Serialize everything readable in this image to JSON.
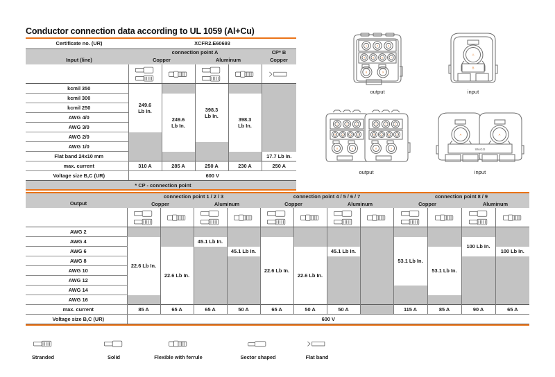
{
  "title": "Conductor connection data according to UL 1059 (Al+Cu)",
  "table1": {
    "cert_label": "Certificate no. (UR)",
    "cert_value": "XCFR2.E60693",
    "group_a": "connection point A",
    "group_b": "CP* B",
    "input_label": "Input (line)",
    "subheaders": [
      "Copper",
      "Aluminum",
      "Copper"
    ],
    "col_icons": [
      [
        "stranded-solid",
        "ferrule"
      ],
      [
        "stranded-solid",
        "ferrule"
      ],
      [
        "flat-band"
      ]
    ],
    "rows": [
      "kcmil 350",
      "kcmil 300",
      "kcmil 250",
      "AWG 4/0",
      "AWG 3/0",
      "AWG 2/0",
      "AWG 1/0",
      "Flat band 24x10 mm"
    ],
    "spans": [
      {
        "col": 0,
        "start": 0,
        "end": 4,
        "value": "249.6\nLb In."
      },
      {
        "col": 1,
        "start": 1,
        "end": 6,
        "value": "249.6\nLb In."
      },
      {
        "col": 2,
        "start": 0,
        "end": 5,
        "value": "398.3\nLb In."
      },
      {
        "col": 3,
        "start": 1,
        "end": 6,
        "value": "398.3\nLb In."
      },
      {
        "col": 4,
        "start": 7,
        "end": 7,
        "value": "17.7 Lb In."
      }
    ],
    "max_current_label": "max. current",
    "max_current": [
      "310 A",
      "285 A",
      "250 A",
      "230 A",
      "250 A"
    ],
    "voltage_label": "Voltage size B,C (UR)",
    "voltage_value": "600 V",
    "footnote": "* CP - connection point"
  },
  "table2": {
    "groups": [
      "connection point 1 / 2 / 3",
      "connection point 4 / 5 / 6 / 7",
      "connection point 8 / 9"
    ],
    "output_label": "Output",
    "subheaders": [
      "Copper",
      "Aluminum",
      "Copper",
      "Aluminum",
      "Copper",
      "Aluminum"
    ],
    "col_icons": [
      [
        "stranded-solid",
        "ferrule"
      ],
      [
        "stranded-solid",
        "ferrule"
      ],
      [
        "stranded-solid",
        "ferrule"
      ],
      [
        "stranded-solid",
        "ferrule"
      ],
      [
        "stranded-solid",
        "ferrule"
      ],
      [
        "stranded-solid",
        "ferrule"
      ]
    ],
    "rows": [
      "AWG 2",
      "AWG 4",
      "AWG 6",
      "AWG 8",
      "AWG 10",
      "AWG 12",
      "AWG 14",
      "AWG 16"
    ],
    "spans": [
      {
        "col": 0,
        "start": 1,
        "end": 6,
        "value": "22.6 Lb In."
      },
      {
        "col": 1,
        "start": 2,
        "end": 7,
        "value": "22.6 Lb In."
      },
      {
        "col": 2,
        "start": 1,
        "end": 1,
        "value": "45.1 Lb In."
      },
      {
        "col": 3,
        "start": 2,
        "end": 2,
        "value": "45.1 Lb In."
      },
      {
        "col": 4,
        "start": 1,
        "end": 7,
        "value": "22.6 Lb In."
      },
      {
        "col": 5,
        "start": 2,
        "end": 7,
        "value": "22.6 Lb In."
      },
      {
        "col": 6,
        "start": 2,
        "end": 2,
        "value": "45.1 Lb In."
      },
      {
        "col": 8,
        "start": 1,
        "end": 5,
        "value": "53.1 Lb In."
      },
      {
        "col": 9,
        "start": 2,
        "end": 6,
        "value": "53.1 Lb In."
      },
      {
        "col": 10,
        "start": 1,
        "end": 2,
        "value": "100 Lb In."
      },
      {
        "col": 11,
        "start": 2,
        "end": 2,
        "value": "100 Lb In."
      }
    ],
    "max_current_label": "max. current",
    "max_current": [
      "85 A",
      "65 A",
      "65 A",
      "50 A",
      "65 A",
      "50 A",
      "50 A",
      "",
      "115 A",
      "85 A",
      "90 A",
      "65 A"
    ],
    "voltage_label": "Voltage size B,C (UR)",
    "voltage_value": "600 V"
  },
  "product_images": [
    {
      "caption": "output",
      "view": "single-output"
    },
    {
      "caption": "input",
      "view": "single-input"
    },
    {
      "caption": "output",
      "view": "double-output"
    },
    {
      "caption": "input",
      "view": "double-input"
    }
  ],
  "legend": [
    {
      "icon": "stranded-icon",
      "label": "Stranded"
    },
    {
      "icon": "solid-icon",
      "label": "Solid"
    },
    {
      "icon": "ferrule-icon",
      "label": "Flexible with ferrule"
    },
    {
      "icon": "sector-icon",
      "label": "Sector shaped"
    },
    {
      "icon": "flat-band-icon",
      "label": "Flat band"
    }
  ],
  "colors": {
    "accent": "#ea7317",
    "header_gray": "#c9c9c9",
    "cell_gray": "#c3c3c3"
  }
}
